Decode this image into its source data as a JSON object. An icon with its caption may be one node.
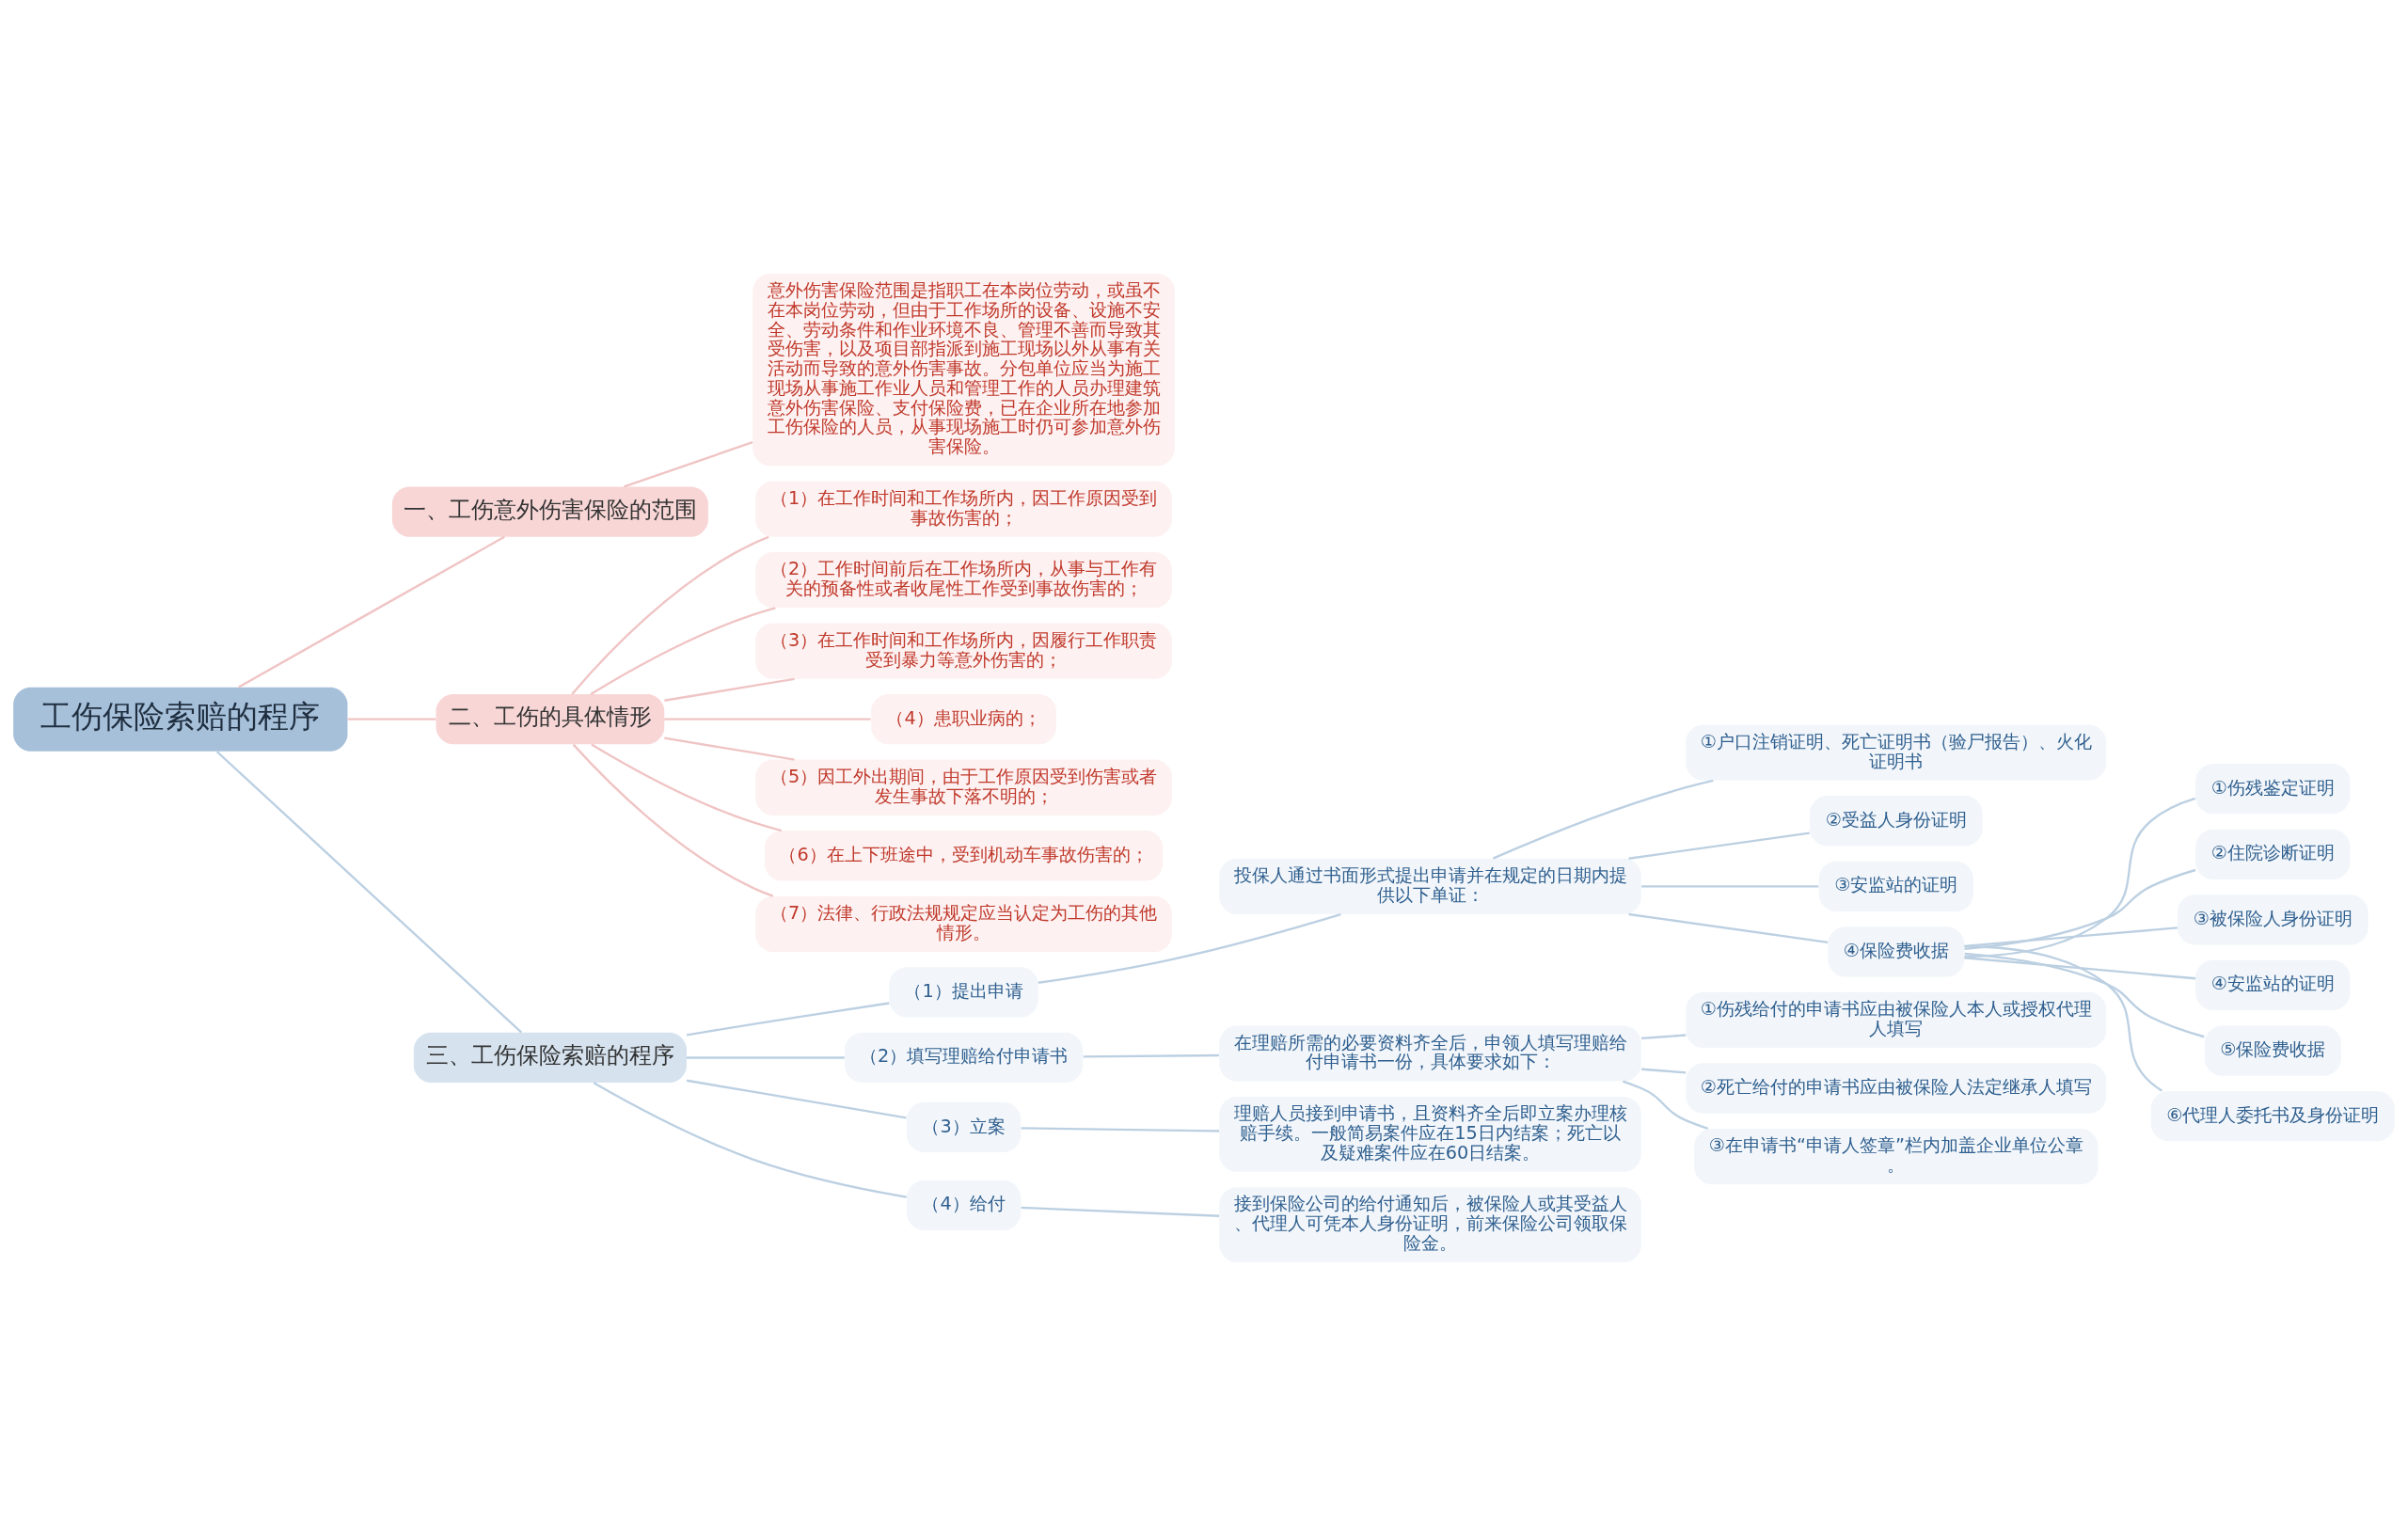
{
  "diagram": {
    "nodes": [
      {
        "text": [
          "工伤保险索赔的程序"
        ]
      },
      {
        "text": [
          "一、工伤意外伤害保险的范围"
        ]
      },
      {
        "text": [
          "意外伤害保险范围是指职工在本岗位劳动，或虽不在本岗位劳动，但由于工作场所的设备、设施不安全、劳动条件和作业环境不良、管理不善而导致其受伤害，以及项目部指派到施工现场以外从事有关活动而导致的意外伤害事故。分包单位应当为施工现场从事施工作业人员和管理工作的人员办理建筑意外伤害保险、支付保险费，已在企业所在地参加工伤保险的人员，从事现场施工时仍可参加意外伤害保险。"
        ]
      },
      {
        "text": [
          "二、工伤的具体情形"
        ]
      },
      {
        "text": [
          "（1）在工作时间和工作场所内，因工作原因受到事故伤害的；"
        ]
      },
      {
        "text": [
          "（2）工作时间前后在工作场所内，从事与工作有关的预备性或者收尾性工作受到事故伤害的；"
        ]
      },
      {
        "text": [
          "（3）在工作时间和工作场所内，因履行工作职责受到暴力等意外伤害的；"
        ]
      },
      {
        "text": [
          "（4）患职业病的；"
        ]
      },
      {
        "text": [
          "（5）因工外出期间，由于工作原因受到伤害或者发生事故下落不明的；"
        ]
      },
      {
        "text": [
          "（6）在上下班途中，受到机动车事故伤害的；"
        ]
      },
      {
        "text": [
          "（7）法律、行政法规规定应当认定为工伤的其他情形。"
        ]
      },
      {
        "text": [
          "三、工伤保险索赔的程序"
        ]
      },
      {
        "text": [
          "（1）提出申请"
        ]
      },
      {
        "text": [
          "投保人通过书面形式提出申请并在规定的日期内提供以下单证："
        ]
      },
      {
        "text": [
          "①户口注销证明、死亡证明书（验尸报告）、火化证明书"
        ]
      },
      {
        "text": [
          "②受益人身份证明"
        ]
      },
      {
        "text": [
          "③安监站的证明"
        ]
      },
      {
        "text": [
          "④保险费收据"
        ]
      },
      {
        "text": [
          "①伤残鉴定证明"
        ]
      },
      {
        "text": [
          "②住院诊断证明"
        ]
      },
      {
        "text": [
          "③被保险人身份证明"
        ]
      },
      {
        "text": [
          "④安监站的证明"
        ]
      },
      {
        "text": [
          "⑤保险费收据"
        ]
      },
      {
        "text": [
          "⑥代理人委托书及身份证明"
        ]
      },
      {
        "text": [
          "（2）填写理赔给付申请书"
        ]
      },
      {
        "text": [
          "在理赔所需的必要资料齐全后，申领人填写理赔给付申请书一份，具体要求如下："
        ]
      },
      {
        "text": [
          "①伤残给付的申请书应由被保险人本人或授权代理人填写"
        ]
      },
      {
        "text": [
          "②死亡给付的申请书应由被保险人法定继承人填写"
        ]
      },
      {
        "text": [
          "③在申请书“申请人签章”栏内加盖企业单位公章。"
        ]
      },
      {
        "text": [
          "（3）立案"
        ]
      },
      {
        "text": [
          "理赔人员接到申请书，且资料齐全后即立案办理核赔手续。一般简易案件应在15日内结案；死亡以及疑难案件应在60日结案。"
        ]
      },
      {
        "text": [
          "（4）给付"
        ]
      },
      {
        "text": [
          "接到保险公司的给付通知后，被保险人或其受益人、代理人可凭本人身份证明，前来保险公司领取保险金。"
        ]
      }
    ],
    "edges": [
      {
        "from": 0,
        "to": 1,
        "arrow": "none",
        "color": "#f0c4c4"
      },
      {
        "from": 1,
        "to": 2,
        "arrow": "none",
        "color": "#f0c4c4"
      },
      {
        "from": 0,
        "to": 3,
        "arrow": "none",
        "color": "#f0c4c4"
      },
      {
        "from": 3,
        "to": 4,
        "arrow": "none",
        "color": "#f0c4c4"
      },
      {
        "from": 3,
        "to": 5,
        "arrow": "none",
        "color": "#f0c4c4"
      },
      {
        "from": 3,
        "to": 6,
        "arrow": "none",
        "color": "#f0c4c4"
      },
      {
        "from": 3,
        "to": 7,
        "arrow": "none",
        "color": "#f0c4c4"
      },
      {
        "from": 3,
        "to": 8,
        "arrow": "none",
        "color": "#f0c4c4"
      },
      {
        "from": 3,
        "to": 9,
        "arrow": "none",
        "color": "#f0c4c4"
      },
      {
        "from": 3,
        "to": 10,
        "arrow": "none",
        "color": "#f0c4c4"
      },
      {
        "from": 0,
        "to": 11,
        "arrow": "none"
      },
      {
        "from": 11,
        "to": 12,
        "arrow": "none"
      },
      {
        "from": 12,
        "to": 13,
        "arrow": "none"
      },
      {
        "from": 13,
        "to": 14,
        "arrow": "none"
      },
      {
        "from": 13,
        "to": 15,
        "arrow": "none"
      },
      {
        "from": 13,
        "to": 16,
        "arrow": "none"
      },
      {
        "from": 13,
        "to": 17,
        "arrow": "none"
      },
      {
        "from": 17,
        "to": 18,
        "arrow": "none"
      },
      {
        "from": 17,
        "to": 19,
        "arrow": "none"
      },
      {
        "from": 17,
        "to": 20,
        "arrow": "none"
      },
      {
        "from": 17,
        "to": 21,
        "arrow": "none"
      },
      {
        "from": 17,
        "to": 22,
        "arrow": "none"
      },
      {
        "from": 17,
        "to": 23,
        "arrow": "none"
      },
      {
        "from": 11,
        "to": 24,
        "arrow": "none"
      },
      {
        "from": 24,
        "to": 25,
        "arrow": "none"
      },
      {
        "from": 25,
        "to": 26,
        "arrow": "none"
      },
      {
        "from": 25,
        "to": 27,
        "arrow": "none"
      },
      {
        "from": 25,
        "to": 28,
        "arrow": "none"
      },
      {
        "from": 11,
        "to": 29,
        "arrow": "none"
      },
      {
        "from": 29,
        "to": 30,
        "arrow": "none"
      },
      {
        "from": 11,
        "to": 31,
        "arrow": "none"
      },
      {
        "from": 31,
        "to": 32,
        "arrow": "none"
      }
    ]
  }
}
